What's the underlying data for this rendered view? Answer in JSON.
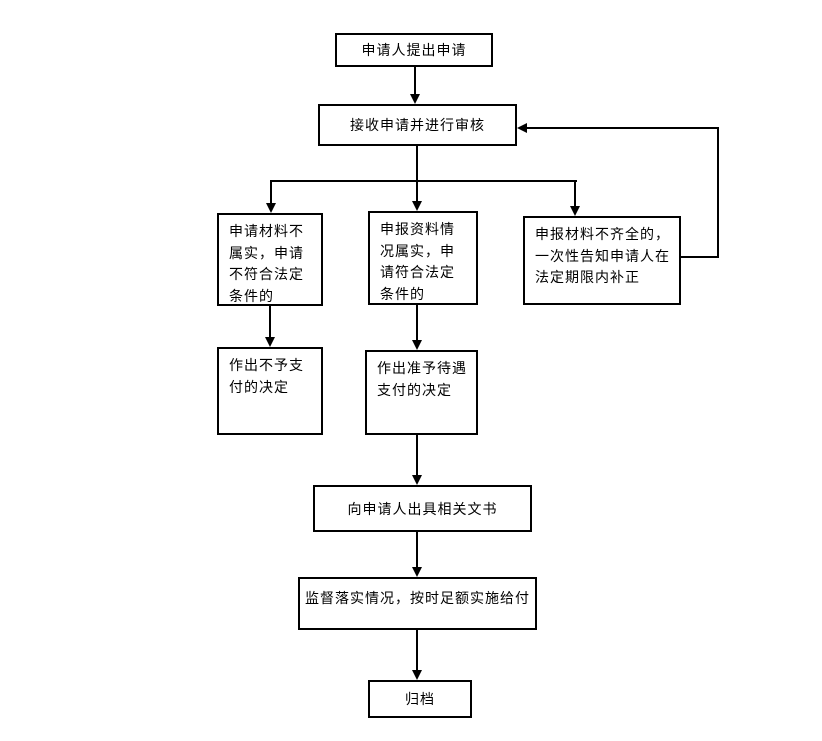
{
  "diagram": {
    "type": "flowchart",
    "colors": {
      "border": "#000000",
      "background": "#ffffff",
      "text": "#000000",
      "arrow": "#000000"
    },
    "nodes": {
      "submit": {
        "label": "申请人提出申请"
      },
      "review": {
        "label": "接收申请并进行审核"
      },
      "cond_invalid": {
        "lines": [
          "申请材料不",
          "属实，申请",
          "不符合法定",
          "条件的"
        ]
      },
      "cond_valid": {
        "lines": [
          "申报资料情",
          "况属实，申",
          "请符合法定",
          "条件的"
        ]
      },
      "cond_incomplete": {
        "lines": [
          "申报材料不齐全的，",
          "一次性告知申请人在",
          "法定期限内补正"
        ]
      },
      "decision_deny": {
        "lines": [
          "作出不予支",
          "付的决定"
        ]
      },
      "decision_approve": {
        "lines": [
          "作出准予待遇",
          "支付的决定"
        ]
      },
      "issue_documents": {
        "label": "向申请人出具相关文书"
      },
      "supervise": {
        "label": "监督落实情况，按时足额实施给付"
      },
      "archive": {
        "label": "归档"
      }
    }
  }
}
